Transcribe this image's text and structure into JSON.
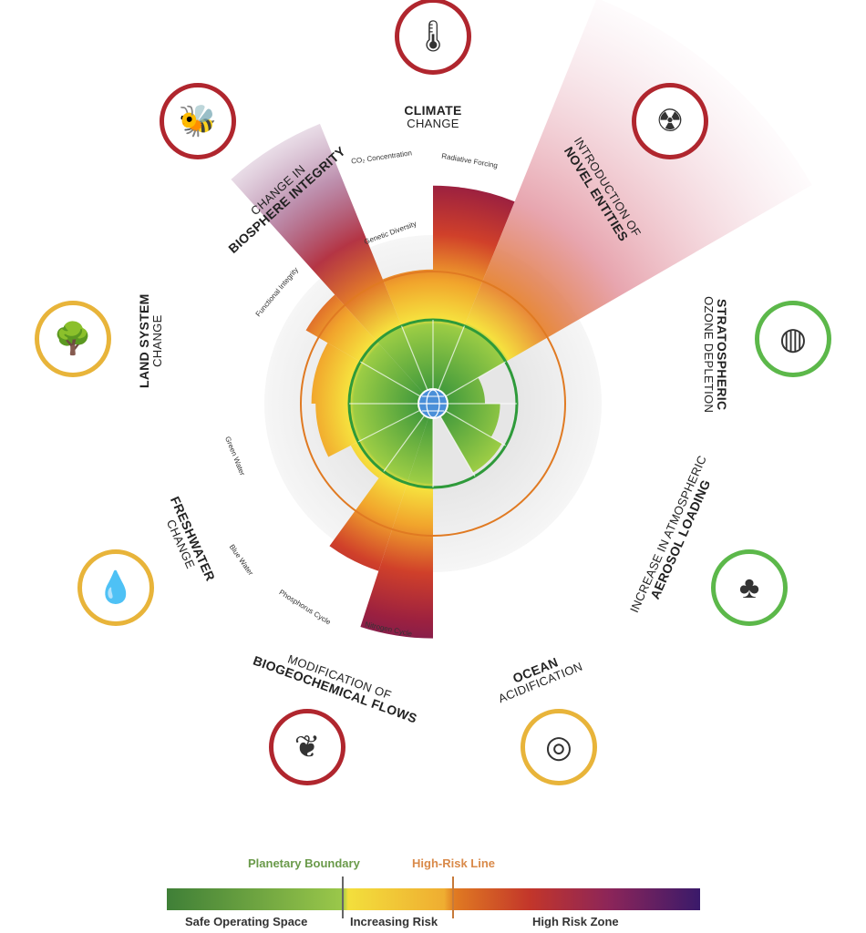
{
  "center_icon": "globe-icon",
  "colors": {
    "safe": "#3a9a3a",
    "boundary": "#2e9a3a",
    "high_risk": "#e07a22",
    "red_ring": "#b0262e",
    "yellow_ring": "#e8b43a",
    "green_ring": "#5cb84a"
  },
  "categories": [
    {
      "id": "climate",
      "line1": "CLIMATE",
      "line2": "CHANGE",
      "icon": "thermometer-globe-icon",
      "status": "red",
      "subs": [
        {
          "label": "CO₂ Concentration",
          "level": 1.6
        },
        {
          "label": "Radiative Forcing",
          "level": 2.6
        }
      ]
    },
    {
      "id": "novel",
      "line1": "INTRODUCTION OF",
      "line2": "NOVEL ENTITIES",
      "icon": "radiation-chemicals-icon",
      "status": "red",
      "subs": [
        {
          "label": "",
          "level": 5.5
        }
      ]
    },
    {
      "id": "ozone",
      "line1": "STRATOSPHERIC",
      "line2": "OZONE DEPLETION",
      "icon": "ozone-globe-icon",
      "status": "green",
      "subs": [
        {
          "label": "",
          "level": 0.62
        }
      ]
    },
    {
      "id": "aerosol",
      "line1": "INCREASE IN ATMOSPHERIC",
      "line2": "AEROSOL LOADING",
      "icon": "factory-smoke-icon",
      "status": "green",
      "subs": [
        {
          "label": "",
          "level": 0.8
        }
      ]
    },
    {
      "id": "ocean",
      "line1": "OCEAN",
      "line2": "ACIDIFICATION",
      "icon": "ocean-ph-icon",
      "status": "yellow",
      "subs": [
        {
          "label": "",
          "level": 0.95
        }
      ]
    },
    {
      "id": "biogeo",
      "line1": "MODIFICATION OF",
      "line2": "BIOGEOCHEMICAL FLOWS",
      "icon": "plants-fish-icon",
      "status": "red",
      "subs": [
        {
          "label": "Nitrogen Cycle",
          "level": 2.8
        },
        {
          "label": "Phosphorus Cycle",
          "level": 2.1
        }
      ]
    },
    {
      "id": "freshwater",
      "line1": "FRESHWATER",
      "line2": "CHANGE",
      "icon": "water-drop-icon",
      "status": "yellow",
      "subs": [
        {
          "label": "Blue Water",
          "level": 1.1
        },
        {
          "label": "Green Water",
          "level": 1.4
        }
      ]
    },
    {
      "id": "land",
      "line1": "LAND SYSTEM",
      "line2": "CHANGE",
      "icon": "tree-stump-icon",
      "status": "yellow",
      "subs": [
        {
          "label": "",
          "level": 1.45
        }
      ]
    },
    {
      "id": "biosphere",
      "line1": "CHANGE IN",
      "line2": "BIOSPHERE INTEGRITY",
      "icon": "biodiversity-icon",
      "status": "red",
      "subs": [
        {
          "label": "Functional Integrity",
          "level": 1.75
        },
        {
          "label": "Genetic Diversity",
          "level": 3.6
        }
      ]
    }
  ],
  "legend": {
    "planetary_boundary": "Planetary Boundary",
    "high_risk_line": "High-Risk Line",
    "safe": "Safe Operating Space",
    "increasing": "Increasing Risk",
    "high_zone": "High Risk Zone"
  }
}
